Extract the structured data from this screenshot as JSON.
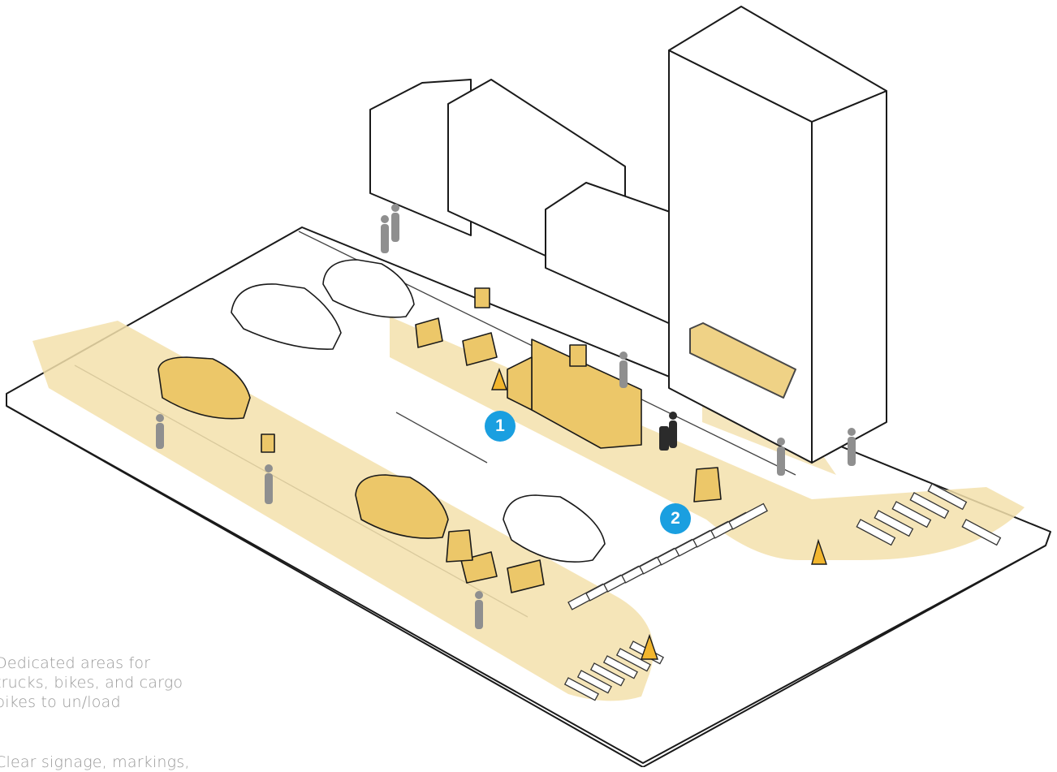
{
  "colors": {
    "highlight": "#f3e0ac",
    "highlight_strong": "#ecc769",
    "outline": "#1a1a1a",
    "badge": "#1a9fe0",
    "person": "#8f8f8f",
    "caption": "#9a9a9a"
  },
  "badges": [
    "1",
    "2"
  ],
  "captions": [
    "Dedicated areas for trucks, bikes, and cargo bikes to un/load",
    "Clear signage, markings,"
  ],
  "caption_lines": [
    [
      "Dedicated areas for",
      "trucks, bikes, and cargo",
      "bikes to un/load"
    ],
    [
      "Clear signage, markings,"
    ]
  ]
}
